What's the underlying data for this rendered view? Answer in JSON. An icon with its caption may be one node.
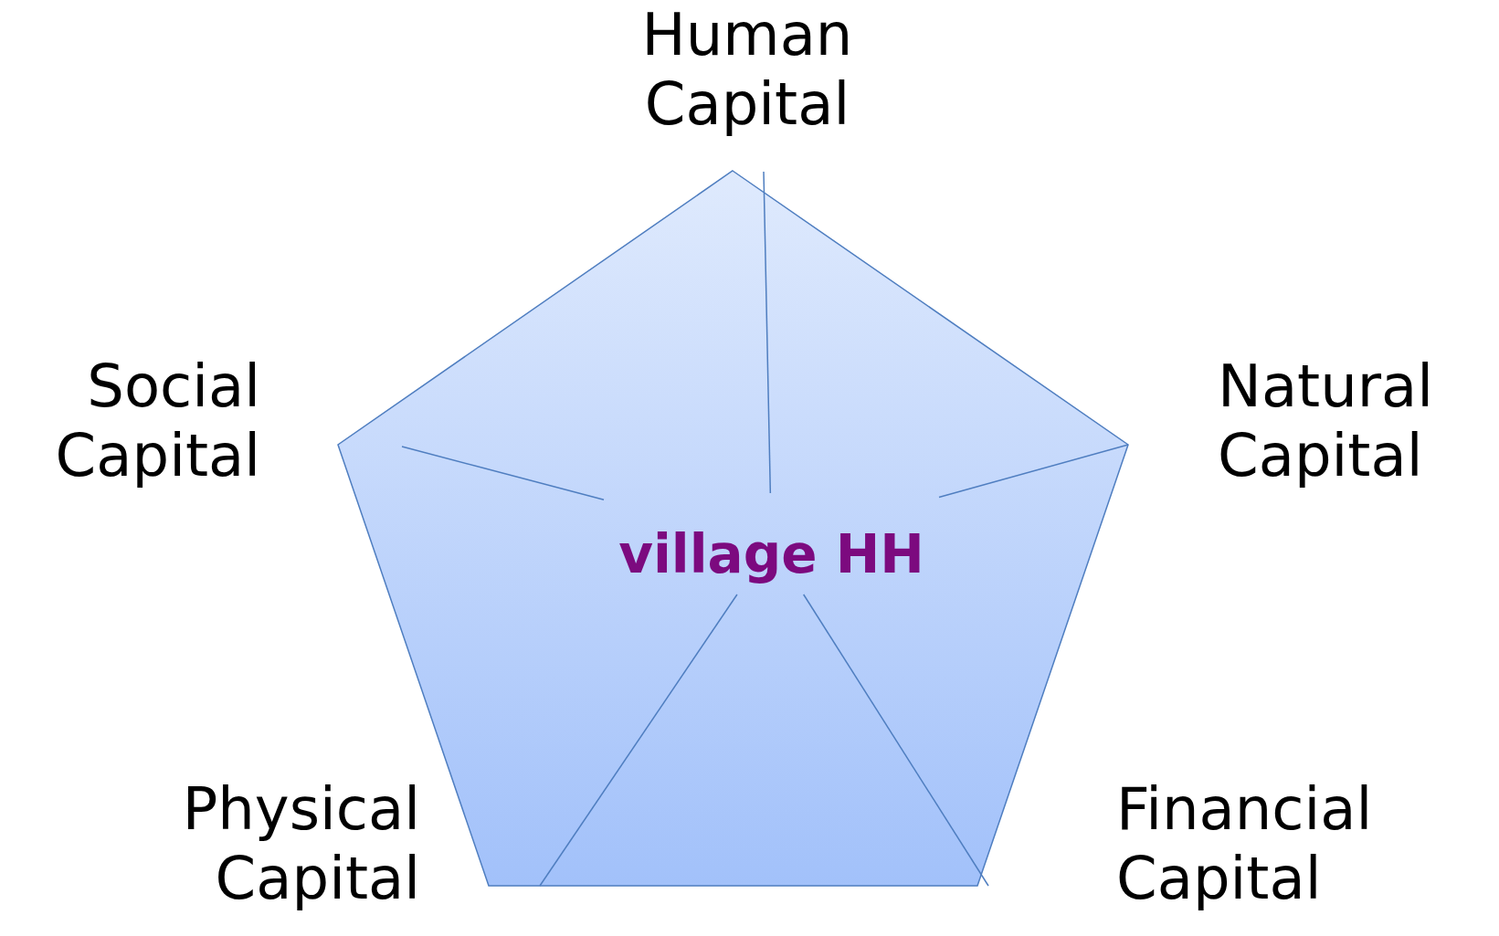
{
  "diagram": {
    "nodes": [
      {
        "text": [],
        "shape": "pentagon"
      },
      {
        "text": [
          "village HH"
        ],
        "in": 0
      }
    ],
    "edges": [
      {
        "from": 1,
        "to": null,
        "arrow": "none"
      },
      {
        "from": 1,
        "to": null,
        "arrow": "none"
      },
      {
        "from": 1,
        "to": null,
        "arrow": "none"
      },
      {
        "from": 1,
        "to": null,
        "arrow": "none"
      },
      {
        "from": 1,
        "to": null,
        "arrow": "none"
      }
    ],
    "labels": [
      "Human Capital",
      "Social Capital",
      "Natural Capital",
      "Physical Capital",
      "Financial Capital"
    ]
  }
}
